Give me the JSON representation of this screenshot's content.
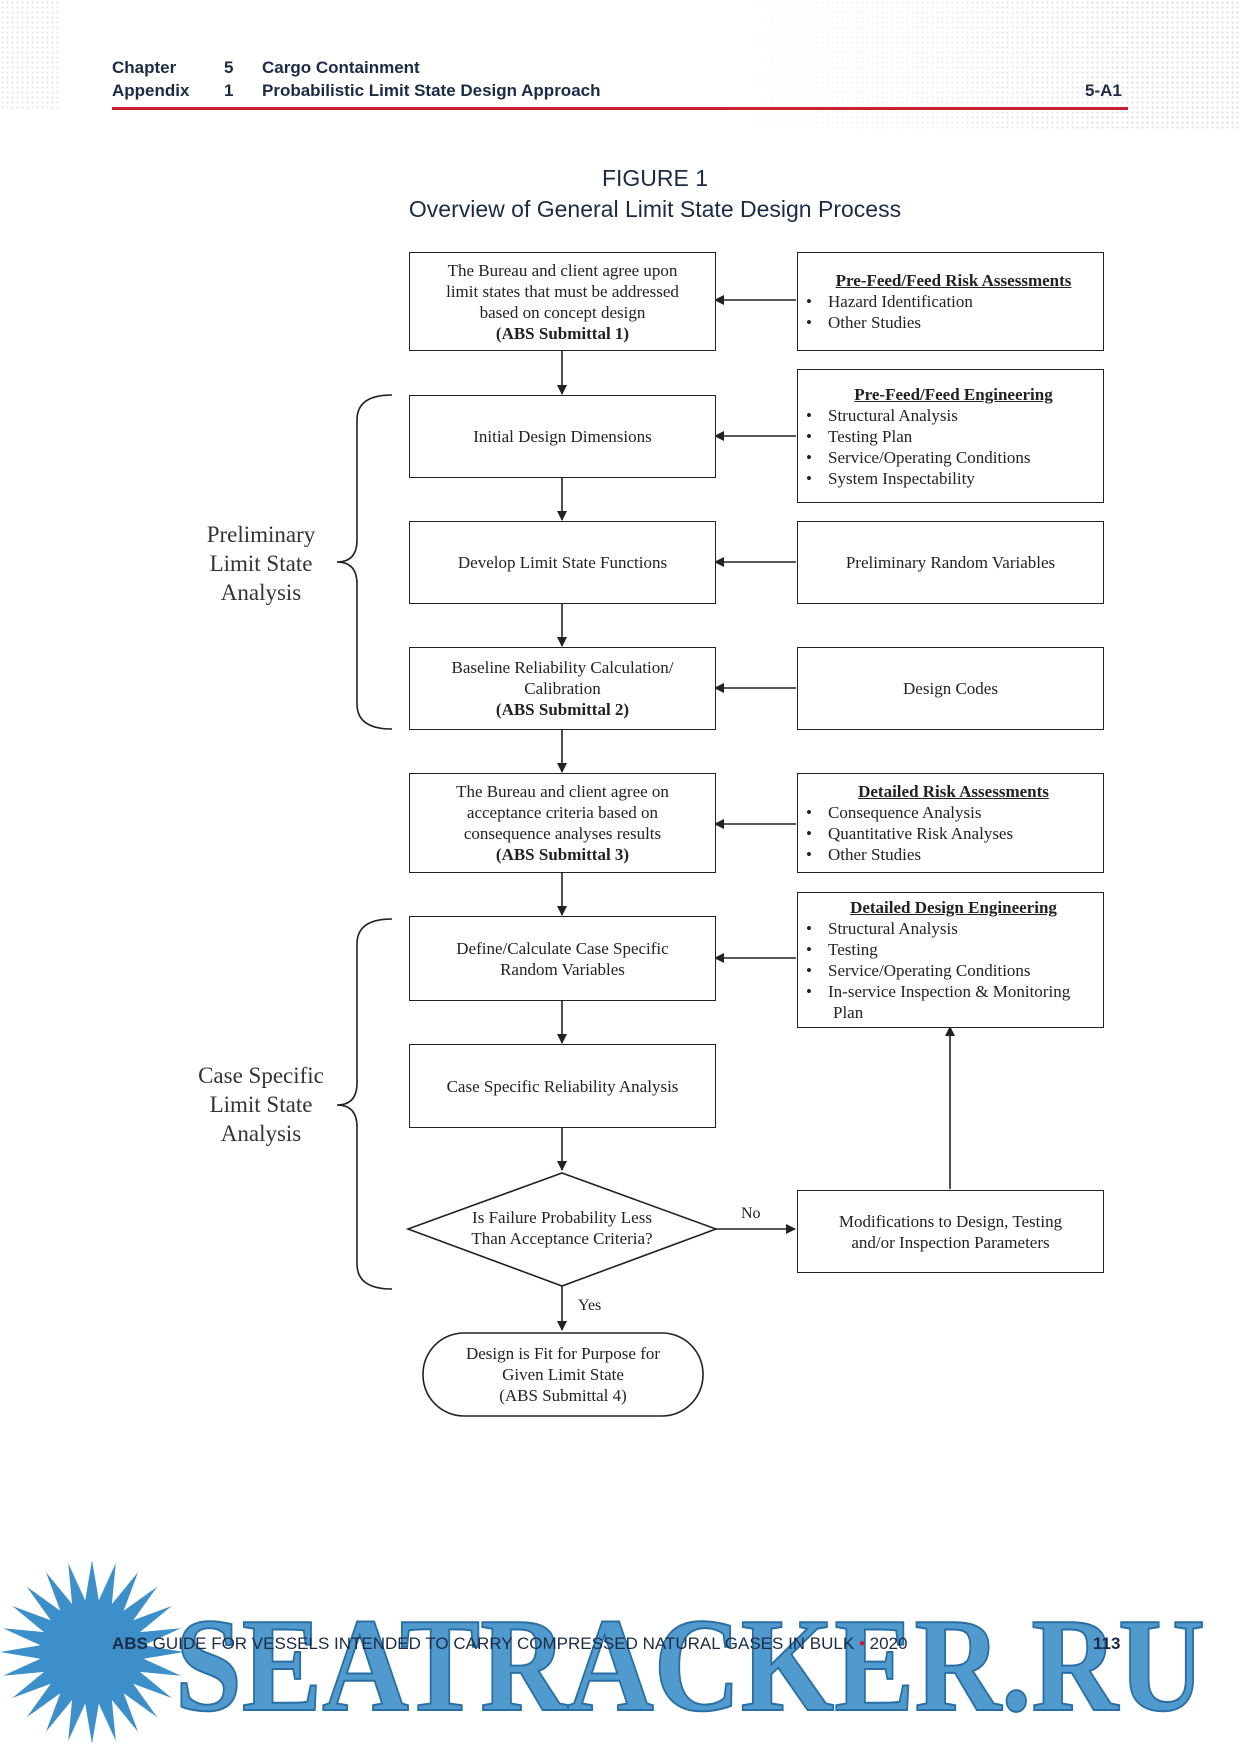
{
  "header": {
    "chapter_label": "Chapter",
    "chapter_num": "5",
    "chapter_title": "Cargo Containment",
    "appendix_label": "Appendix",
    "appendix_num": "1",
    "appendix_title": "Probabilistic Limit State Design Approach",
    "section_ref": "5-A1"
  },
  "figure": {
    "number": "FIGURE 1",
    "title": "Overview of General Limit State Design Process"
  },
  "flow": {
    "box1": [
      "The Bureau and client agree upon",
      "limit states that must be addressed",
      "based on concept design"
    ],
    "box1_submittal": "(ABS Submittal 1)",
    "box2": "Initial Design Dimensions",
    "box3": "Develop Limit State Functions",
    "box4": [
      "Baseline Reliability Calculation/",
      "Calibration"
    ],
    "box4_submittal": "(ABS Submittal 2)",
    "box5": [
      "The Bureau and client agree on",
      "acceptance criteria based on",
      "consequence analyses results"
    ],
    "box5_submittal": "(ABS Submittal 3)",
    "box6": [
      "Define/Calculate Case Specific",
      "Random Variables"
    ],
    "box7": "Case Specific Reliability Analysis",
    "decision": [
      "Is Failure Probability Less",
      "Than Acceptance Criteria?"
    ],
    "no_label": "No",
    "yes_label": "Yes",
    "terminal": [
      "Design is Fit for Purpose for",
      "Given Limit State"
    ],
    "terminal_submittal": "(ABS Submittal 4)",
    "modifications": [
      "Modifications to Design, Testing",
      "and/or Inspection Parameters"
    ]
  },
  "inputs": {
    "risk": {
      "title": "Pre-Feed/Feed Risk Assessments",
      "items": [
        "Hazard Identification",
        "Other Studies"
      ]
    },
    "engineering": {
      "title": "Pre-Feed/Feed Engineering",
      "items": [
        "Structural Analysis",
        "Testing Plan",
        "Service/Operating Conditions",
        "System Inspectability"
      ]
    },
    "random_vars": "Preliminary Random Variables",
    "design_codes": "Design Codes",
    "detailed_risk": {
      "title": "Detailed Risk Assessments",
      "items": [
        "Consequence Analysis",
        "Quantitative Risk Analyses",
        "Other Studies"
      ]
    },
    "detailed_eng": {
      "title": "Detailed Design Engineering",
      "items": [
        "Structural Analysis",
        "Testing",
        "Service/Operating Conditions",
        "In-service Inspection & Monitoring"
      ],
      "continuation": "Plan"
    }
  },
  "phases": {
    "preliminary": [
      "Preliminary",
      "Limit State",
      "Analysis"
    ],
    "case_specific": [
      "Case Specific",
      "Limit State",
      "Analysis"
    ]
  },
  "footer": {
    "brand": "ABS",
    "text": "GUIDE FOR VESSELS INTENDED TO CARRY COMPRESSED NATURAL GASES IN BULK",
    "separator": "•",
    "year": "2020",
    "page": "113"
  },
  "watermark": {
    "text": "SEATRACKER.RU",
    "color": "#3d8fc9"
  }
}
